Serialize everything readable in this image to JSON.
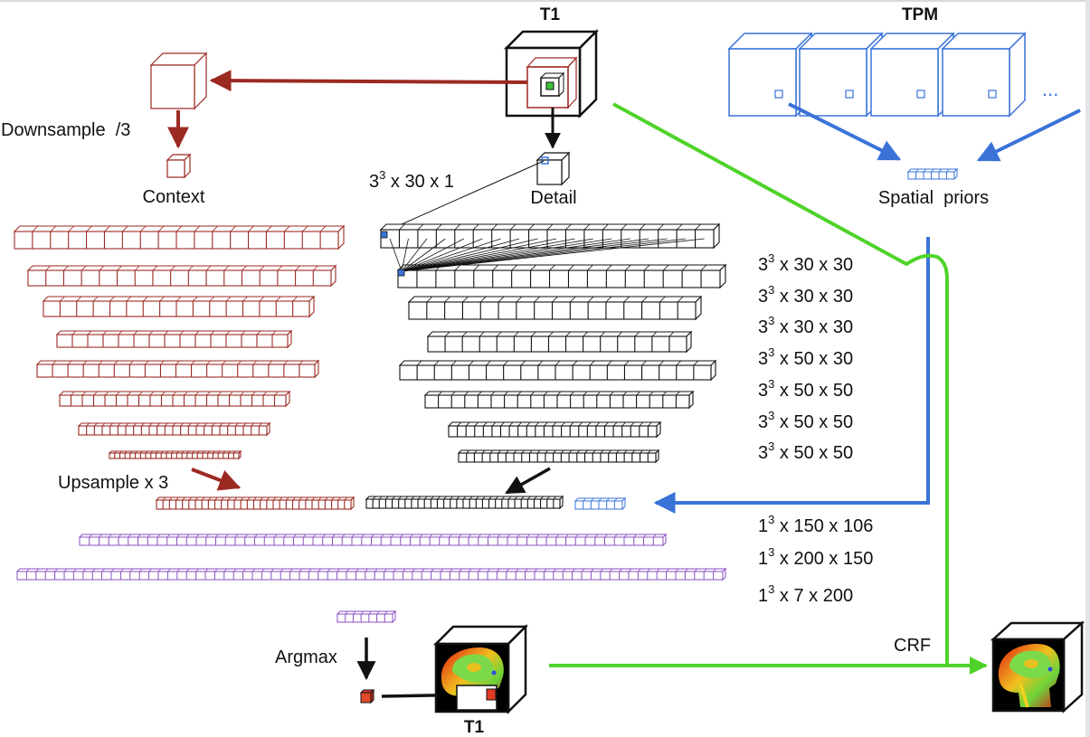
{
  "titles": {
    "t1_top": "T1",
    "tpm": "TPM",
    "t1_bottom": "T1"
  },
  "labels": {
    "downsample": "Downsample  /3",
    "context": "Context",
    "detail": "Detail",
    "kernel_first_base": "3",
    "kernel_first_exp": "3",
    "kernel_first_rest": " x 30 x 1",
    "spatial_priors": "Spatial  priors",
    "upsample": "Upsample x 3",
    "argmax": "Argmax",
    "crf": "CRF",
    "tpm_dots": "..."
  },
  "layers": [
    {
      "base": "3",
      "exp": "3",
      "rest": " x 30 x 30"
    },
    {
      "base": "3",
      "exp": "3",
      "rest": " x 30 x 30"
    },
    {
      "base": "3",
      "exp": "3",
      "rest": " x 30 x 30"
    },
    {
      "base": "3",
      "exp": "3",
      "rest": " x 50 x 30"
    },
    {
      "base": "3",
      "exp": "3",
      "rest": " x 50 x 50"
    },
    {
      "base": "3",
      "exp": "3",
      "rest": " x 50 x 50"
    },
    {
      "base": "3",
      "exp": "3",
      "rest": " x 50 x 50"
    },
    {
      "base": "1",
      "exp": "3",
      "rest": " x 150 x 106"
    },
    {
      "base": "1",
      "exp": "3",
      "rest": " x 200 x 150"
    },
    {
      "base": "1",
      "exp": "3",
      "rest": " x 7 x 200"
    }
  ],
  "colors": {
    "context": "#9b2a22",
    "detail": "#111111",
    "priors": "#3a72d8",
    "merged": "#8a4fc0",
    "crf_line": "#4fd32a",
    "outline": "#111111"
  },
  "icons": [
    "cube-icon",
    "brain-scan-icon",
    "arrow-icon"
  ]
}
